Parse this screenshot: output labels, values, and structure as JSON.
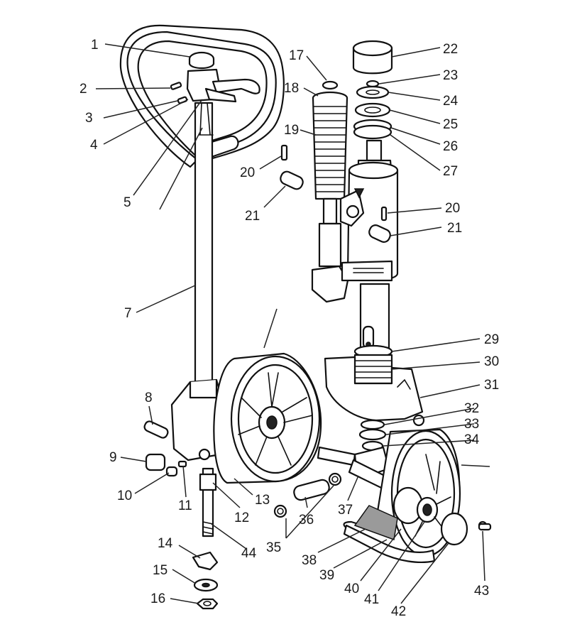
{
  "callouts": [
    {
      "id": "c1",
      "text": "1"
    },
    {
      "id": "c2",
      "text": "2"
    },
    {
      "id": "c3",
      "text": "3"
    },
    {
      "id": "c4",
      "text": "4"
    },
    {
      "id": "c5",
      "text": "5"
    },
    {
      "id": "c7",
      "text": "7"
    },
    {
      "id": "c8",
      "text": "8"
    },
    {
      "id": "c9",
      "text": "9"
    },
    {
      "id": "c10",
      "text": "10"
    },
    {
      "id": "c11",
      "text": "11"
    },
    {
      "id": "c12",
      "text": "12"
    },
    {
      "id": "c13",
      "text": "13"
    },
    {
      "id": "c14",
      "text": "14"
    },
    {
      "id": "c15",
      "text": "15"
    },
    {
      "id": "c16",
      "text": "16"
    },
    {
      "id": "c17",
      "text": "17"
    },
    {
      "id": "c18",
      "text": "18"
    },
    {
      "id": "c19",
      "text": "19"
    },
    {
      "id": "c20a",
      "text": "20"
    },
    {
      "id": "c21a",
      "text": "21"
    },
    {
      "id": "c20b",
      "text": "20"
    },
    {
      "id": "c21b",
      "text": "21"
    },
    {
      "id": "c22",
      "text": "22"
    },
    {
      "id": "c23",
      "text": "23"
    },
    {
      "id": "c24",
      "text": "24"
    },
    {
      "id": "c25",
      "text": "25"
    },
    {
      "id": "c26",
      "text": "26"
    },
    {
      "id": "c27",
      "text": "27"
    },
    {
      "id": "c29",
      "text": "29"
    },
    {
      "id": "c30",
      "text": "30"
    },
    {
      "id": "c31",
      "text": "31"
    },
    {
      "id": "c32",
      "text": "32"
    },
    {
      "id": "c33",
      "text": "33"
    },
    {
      "id": "c34",
      "text": "34"
    },
    {
      "id": "c35",
      "text": "35"
    },
    {
      "id": "c36",
      "text": "36"
    },
    {
      "id": "c37",
      "text": "37"
    },
    {
      "id": "c38",
      "text": "38"
    },
    {
      "id": "c39",
      "text": "39"
    },
    {
      "id": "c40",
      "text": "40"
    },
    {
      "id": "c41",
      "text": "41"
    },
    {
      "id": "c42",
      "text": "42"
    },
    {
      "id": "c43",
      "text": "43"
    },
    {
      "id": "c44",
      "text": "44"
    }
  ]
}
